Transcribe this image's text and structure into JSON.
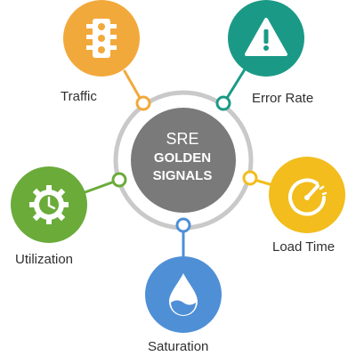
{
  "center": {
    "line1": "SRE",
    "line2": "GOLDEN",
    "line3": "SIGNALS",
    "color": "#7a7a7a"
  },
  "signals": [
    {
      "key": "traffic",
      "label": "Traffic",
      "icon": "traffic-light-icon",
      "color": "#f2a93b"
    },
    {
      "key": "error-rate",
      "label": "Error Rate",
      "icon": "warning-icon",
      "color": "#1a9a86"
    },
    {
      "key": "load-time",
      "label": "Load Time",
      "icon": "speedometer-icon",
      "color": "#f2bd1d"
    },
    {
      "key": "saturation",
      "label": "Saturation",
      "icon": "water-drop-icon",
      "color": "#4f8fd6"
    },
    {
      "key": "utilization",
      "label": "Utilization",
      "icon": "gear-clock-icon",
      "color": "#6aab3a"
    }
  ]
}
